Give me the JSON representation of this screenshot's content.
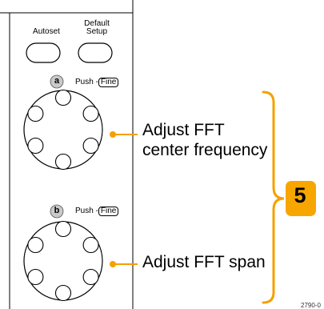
{
  "buttons": {
    "autoset_label": "Autoset",
    "default_setup_line1": "Default",
    "default_setup_line2": "Setup"
  },
  "knob_a": {
    "letter": "a",
    "push_label": "Push -",
    "fine_label": "Fine",
    "annotation_line1": "Adjust FFT",
    "annotation_line2": "center frequency"
  },
  "knob_b": {
    "letter": "b",
    "push_label": "Push -",
    "fine_label": "Fine",
    "annotation_line1": "Adjust FFT span"
  },
  "step_badge": "5",
  "figure_number": "2790-0",
  "colors": {
    "accent": "#f5a000",
    "badge_fill": "#f7a600",
    "panel_line": "#000000",
    "letter_circle": "#c9c9c9"
  }
}
